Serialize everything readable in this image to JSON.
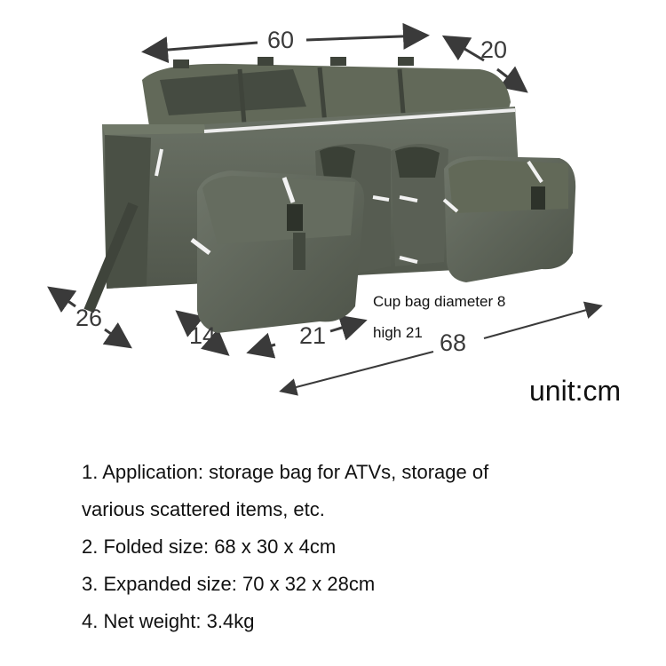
{
  "product": {
    "name": "ATV cargo storage bag",
    "image_icon": "atv-bag-illustration",
    "colors": {
      "bag": "#5d6457",
      "bag_dark": "#3f443b",
      "reflective": "#f2f2f2",
      "arrow": "#3a3a3a"
    }
  },
  "dimensions": {
    "top_length": "60",
    "top_depth": "20",
    "side_height": "26",
    "pocket_depth": "14",
    "pocket_width": "21",
    "bottom_length": "68"
  },
  "notes": {
    "cup_bag_line1": "Cup bag diameter 8",
    "cup_bag_line2": "high 21"
  },
  "unit_label": "unit:cm",
  "specs": [
    "1. Application: storage bag for ATVs, storage of",
    "various scattered items, etc.",
    "2. Folded size: 68 x 30 x 4cm",
    "3. Expanded size: 70 x 32 x 28cm",
    "4. Net weight: 3.4kg"
  ]
}
